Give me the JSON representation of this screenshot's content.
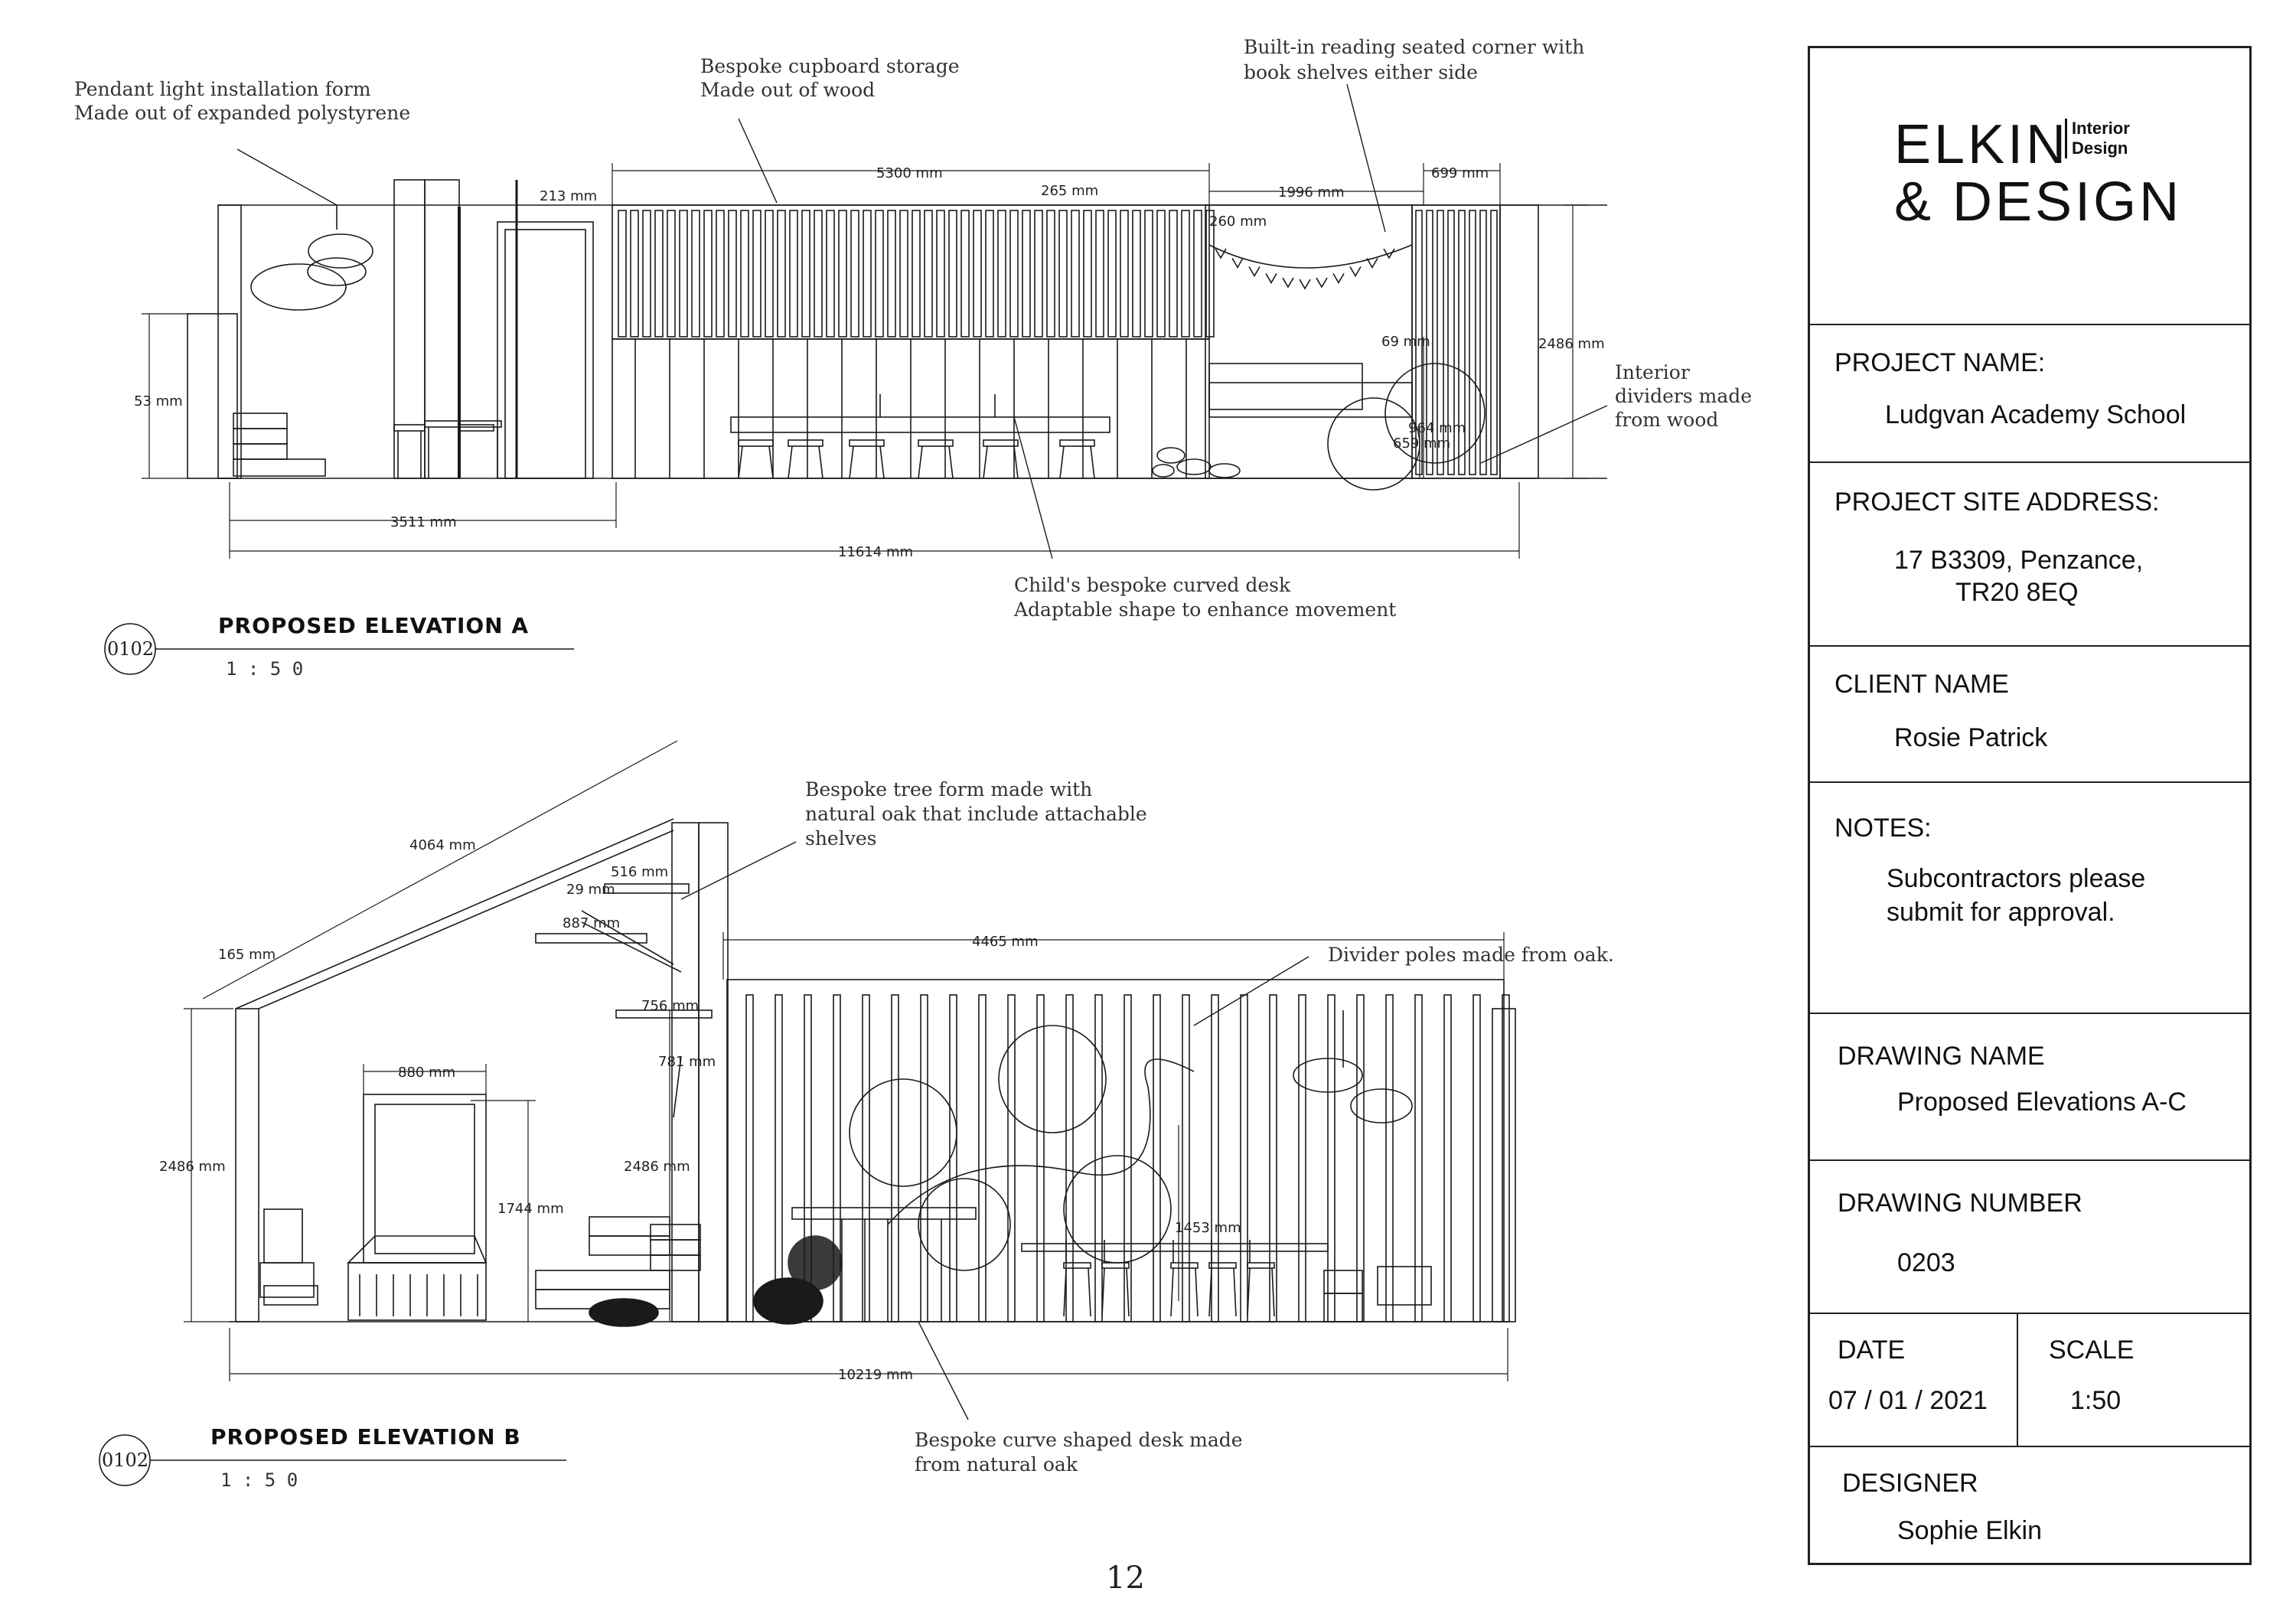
{
  "page_number": "12",
  "elevation_a": {
    "title": "PROPOSED ELEVATION A",
    "scale": "1 : 5 0",
    "ref": "0102",
    "notes": {
      "pendant_l1": "Pendant light installation form",
      "pendant_l2": "Made out of expanded polystyrene",
      "cupboard_l1": "Bespoke cupboard storage",
      "cupboard_l2": "Made out of wood",
      "reading_l1": "Built-in reading seated corner with",
      "reading_l2": "book shelves either side",
      "dividers_l1": "Interior",
      "dividers_l2": "dividers made",
      "dividers_l3": "from wood",
      "desk_l1": "Child's bespoke curved desk",
      "desk_l2": "Adaptable shape to enhance movement"
    },
    "dims": {
      "d5300": "5300 mm",
      "d213": "213 mm",
      "d265": "265 mm",
      "d1996": "1996 mm",
      "d699": "699 mm",
      "d260": "260 mm",
      "d69": "69 mm",
      "d2486": "2486 mm",
      "d53": "53 mm",
      "d964": "964 mm",
      "d659": "659 mm",
      "d3511": "3511 mm",
      "d11614": "11614 mm"
    }
  },
  "elevation_b": {
    "title": "PROPOSED ELEVATION B",
    "scale": "1 : 5 0",
    "ref": "0102",
    "notes": {
      "tree_l1": "Bespoke tree form made with",
      "tree_l2": "natural oak that include attachable",
      "tree_l3": "shelves",
      "poles": "Divider poles made from oak.",
      "curve_l1": "Bespoke curve shaped desk made",
      "curve_l2": "from natural oak"
    },
    "dims": {
      "d4064": "4064 mm",
      "d516": "516 mm",
      "d29": "29 mm",
      "d887": "887 mm",
      "d165": "165 mm",
      "d4465": "4465 mm",
      "d756": "756 mm",
      "d781": "781 mm",
      "d880": "880 mm",
      "d2486a": "2486 mm",
      "d2486b": "2486 mm",
      "d1744": "1744 mm",
      "d1453": "1453 mm",
      "d10219": "10219 mm"
    }
  },
  "title_block": {
    "logo_line1": "ELKIN",
    "logo_line2": "& DESIGN",
    "logo_sub1": "Interior",
    "logo_sub2": "Design",
    "project_name_label": "PROJECT NAME:",
    "project_name": "Ludgvan Academy School",
    "site_label": "PROJECT SITE ADDRESS:",
    "site_line1": "17 B3309, Penzance,",
    "site_line2": "TR20 8EQ",
    "client_label": "CLIENT NAME",
    "client": "Rosie Patrick",
    "notes_label": "NOTES:",
    "notes_line1": "Subcontractors please",
    "notes_line2": "submit for approval.",
    "drawing_name_label": "DRAWING NAME",
    "drawing_name": "Proposed Elevations A-C",
    "drawing_number_label": "DRAWING NUMBER",
    "drawing_number": "0203",
    "date_label": "DATE",
    "date": "07 / 01 / 2021",
    "scale_label": "SCALE",
    "scale": "1:50",
    "designer_label": "DESIGNER",
    "designer": "Sophie Elkin"
  }
}
